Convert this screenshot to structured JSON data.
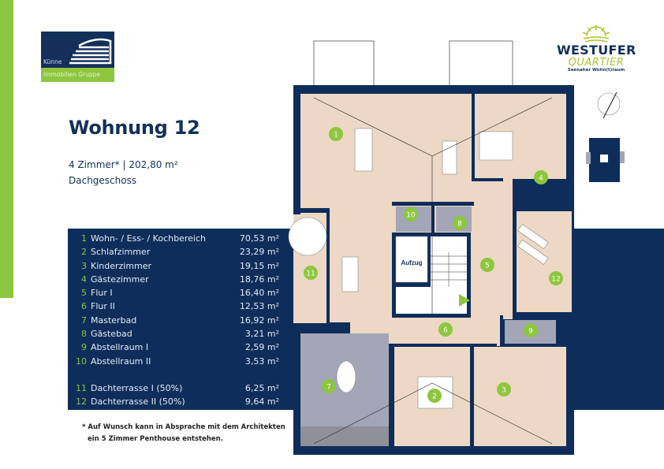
{
  "brand": {
    "company_name": "Künne",
    "company_sub": "Immobilien Gruppe",
    "project_line1": "WESTUFER",
    "project_line2": "QUARTIER",
    "project_tagline": "Seenaher Wohn(t)raum"
  },
  "header": {
    "title": "Wohnung 12",
    "summary": "4 Zimmer* | 202,80 m²",
    "floor": "Dachgeschoss"
  },
  "rooms": [
    {
      "num": "1",
      "label": "Wohn- / Ess- / Kochbereich",
      "area": "70,53 m²"
    },
    {
      "num": "2",
      "label": "Schlafzimmer",
      "area": "23,29 m²"
    },
    {
      "num": "3",
      "label": "Kinderzimmer",
      "area": "19,15 m²"
    },
    {
      "num": "4",
      "label": "Gästezimmer",
      "area": "18,76 m²"
    },
    {
      "num": "5",
      "label": "Flur I",
      "area": "16,40 m²"
    },
    {
      "num": "6",
      "label": "Flur II",
      "area": "12,53 m²"
    },
    {
      "num": "7",
      "label": "Masterbad",
      "area": "16,92 m²"
    },
    {
      "num": "8",
      "label": "Gästebad",
      "area": "3,21 m²"
    },
    {
      "num": "9",
      "label": "Abstellraum I",
      "area": "2,59 m²"
    },
    {
      "num": "10",
      "label": "Abstellraum II",
      "area": "3,53 m²"
    }
  ],
  "terraces": [
    {
      "num": "11",
      "label": "Dachterrasse I (50%)",
      "area": "6,25 m²"
    },
    {
      "num": "12",
      "label": "Dachterrasse II (50%)",
      "area": "9,64 m²"
    }
  ],
  "footnote": {
    "line1": "* Auf Wunsch kann in Absprache mit dem Architekten",
    "line2": "ein 5 Zimmer Penthouse entstehen."
  },
  "plan": {
    "elevator_label": "Aufzug"
  },
  "colors": {
    "navy": "#0e2d5a",
    "green": "#8dc63f",
    "floor": "#ecd8c4",
    "tile": "#a3a6b6"
  }
}
